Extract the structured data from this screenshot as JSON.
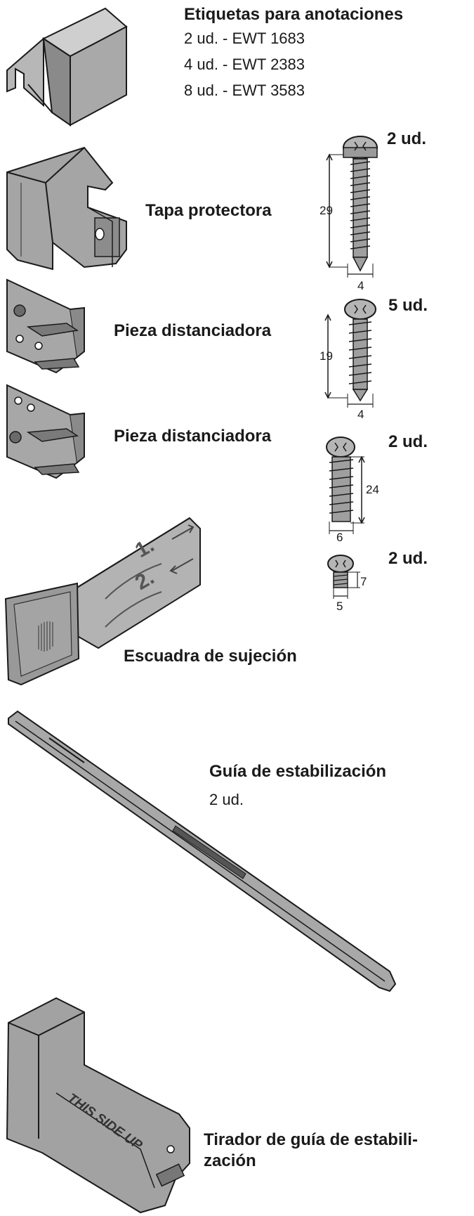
{
  "labels_panel": {
    "title": "Etiquetas para anotaciones",
    "lines": [
      "2 ud. - EWT 1683",
      "4 ud. - EWT 2383",
      "8 ud. - EWT 3583"
    ]
  },
  "parts": {
    "cap": "Tapa protectora",
    "spacer_1": "Pieza distanciadora",
    "spacer_2": "Pieza distanciadora",
    "bracket": "Escuadra de sujeción",
    "guide_title": "Guía de estabilización",
    "guide_qty": "2 ud.",
    "puller_line1": "Tirador de guía de estabili-",
    "puller_line2": "zación"
  },
  "screws": [
    {
      "qty": "2 ud.",
      "length": "29",
      "diameter": "4"
    },
    {
      "qty": "5 ud.",
      "length": "19",
      "diameter": "4"
    },
    {
      "qty": "2 ud.",
      "length": "24",
      "diameter": "6"
    },
    {
      "qty": "2 ud.",
      "length": "7",
      "diameter": "5"
    }
  ],
  "bracket_marks": {
    "step1": "1.",
    "step2": "2."
  },
  "puller_marking": "THIS SIDE UP"
}
